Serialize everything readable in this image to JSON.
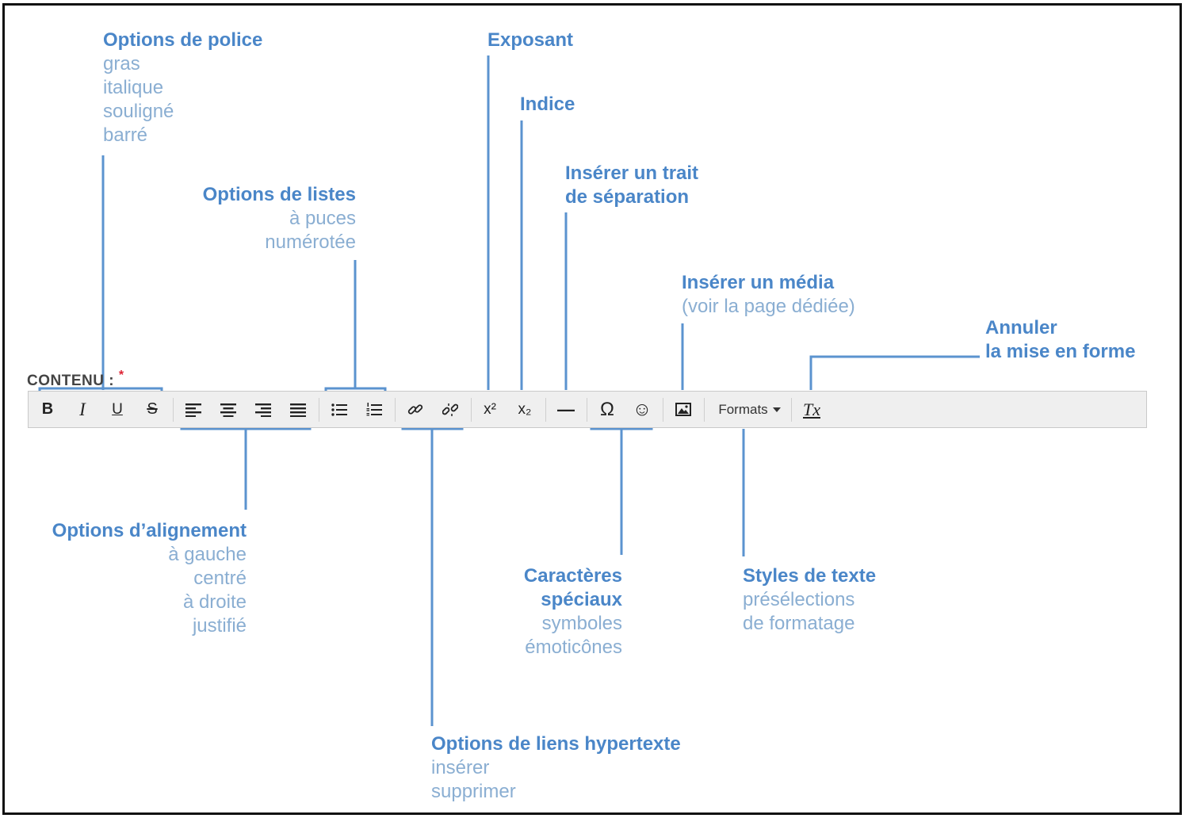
{
  "field": {
    "label": "CONTENU :",
    "required": "*"
  },
  "toolbar": {
    "bold": "B",
    "italic": "I",
    "underline": "U",
    "strike": "S",
    "superscript": "x²",
    "subscript": "x₂",
    "hr": "—",
    "omega": "Ω",
    "smiley": "☺",
    "formats_label": "Formats",
    "clear_format": "Tx"
  },
  "annotations": {
    "police": {
      "title": "Options de police",
      "items": [
        "gras",
        "italique",
        "souligné",
        "barré"
      ]
    },
    "listes": {
      "title": "Options de listes",
      "items": [
        "à puces",
        "numérotée"
      ]
    },
    "exposant": {
      "title": "Exposant"
    },
    "indice": {
      "title": "Indice"
    },
    "trait": {
      "title_1": "Insérer un trait",
      "title_2": "de séparation"
    },
    "media": {
      "title": "Insérer un média",
      "items": [
        "(voir la page dédiée)"
      ]
    },
    "annuler": {
      "title_1": "Annuler",
      "title_2": "la mise en forme"
    },
    "alignement": {
      "title": "Options d’alignement",
      "items": [
        "à gauche",
        "centré",
        "à droite",
        "justifié"
      ]
    },
    "caracteres": {
      "title_1": "Caractères",
      "title_2": "spéciaux",
      "items": [
        "symboles",
        "émoticônes"
      ]
    },
    "styles": {
      "title": "Styles de texte",
      "items": [
        "présélections",
        "de formatage"
      ]
    },
    "liens": {
      "title": "Options de liens hypertexte",
      "items": [
        "insérer",
        "supprimer"
      ]
    }
  },
  "colors": {
    "accent": "#4a86c8",
    "sub": "#8aaed2",
    "line": "#5b93cf",
    "toolbar_bg": "#efefef"
  }
}
